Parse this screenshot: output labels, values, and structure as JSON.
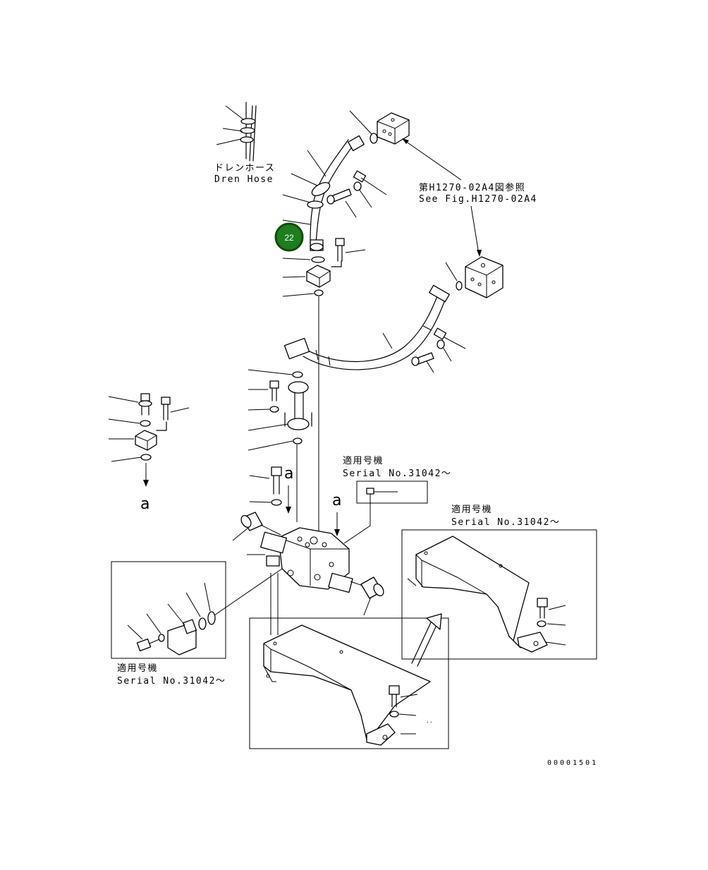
{
  "labels": {
    "drain_hose_jp": "ドレンホース",
    "drain_hose_en": "Dren Hose",
    "see_fig_jp": "第H1270-02A4図参照",
    "see_fig_en": "See Fig.H1270-02A4",
    "applicable_jp": "適用号機",
    "serial_no": "Serial No.31042～",
    "ref_a": "a",
    "drawing_no": "00001501"
  },
  "callout": {
    "number": "22",
    "fill": "#1e7d1e",
    "ring": "#0d4d0d"
  }
}
